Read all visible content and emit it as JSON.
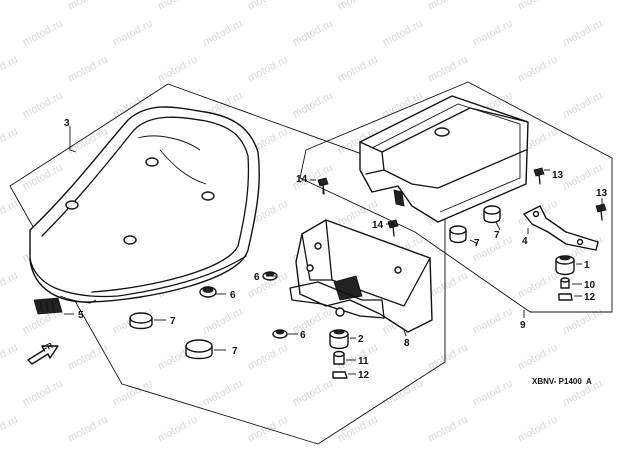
{
  "watermark": "motod.ru",
  "diagram_code": "XBNV- P1400",
  "diagram_code_suffix": "A",
  "front_arrow": "FR.",
  "callouts": {
    "c1": "1",
    "c2": "2",
    "c3": "3",
    "c4": "4",
    "c5": "5",
    "c6a": "6",
    "c6b": "6",
    "c6c": "6",
    "c7a": "7",
    "c7b": "7",
    "c7c": "7",
    "c7d": "7",
    "c8": "8",
    "c9": "9",
    "c10": "10",
    "c11": "11",
    "c12a": "12",
    "c12b": "12",
    "c13a": "13",
    "c13b": "13",
    "c14a": "14",
    "c14b": "14"
  }
}
